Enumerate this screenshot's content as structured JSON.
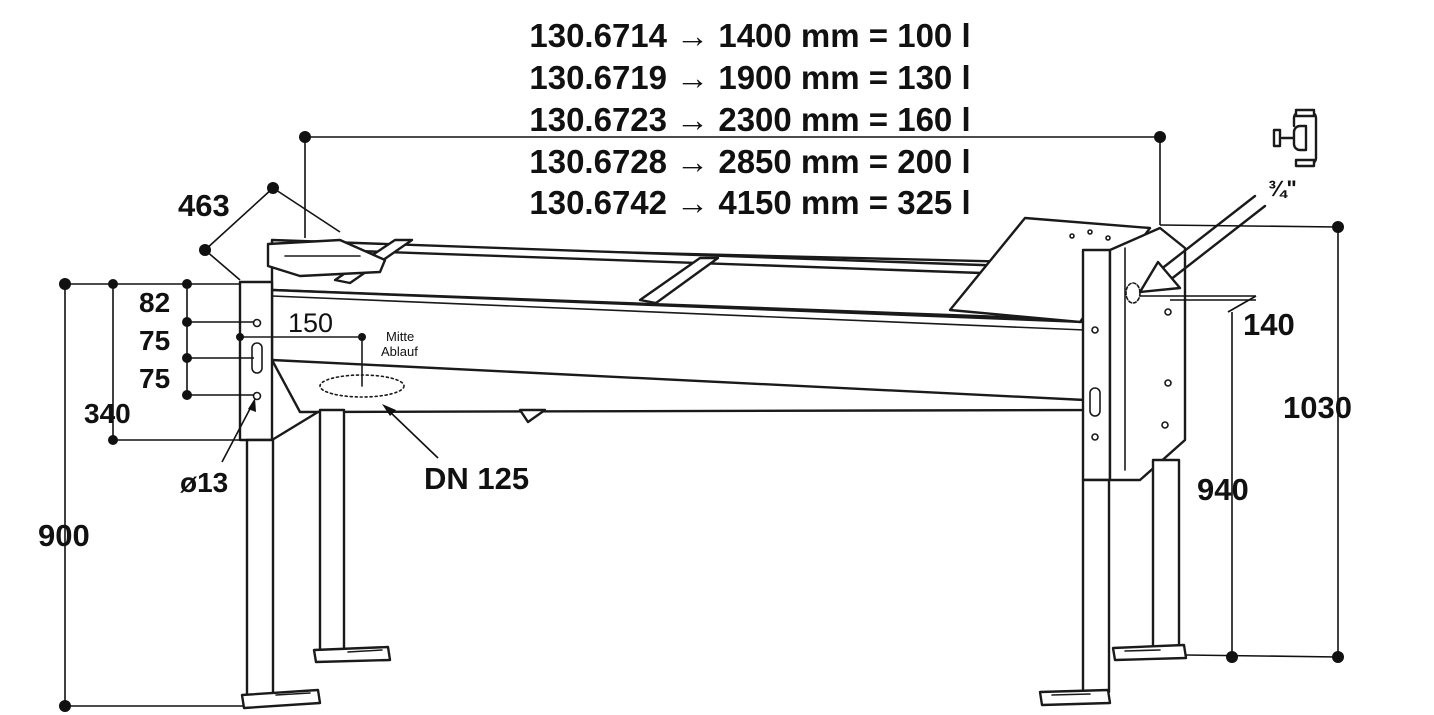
{
  "variants": [
    {
      "article": "130.6714",
      "arrow": "→",
      "length": "1400 mm",
      "volume": "100 l"
    },
    {
      "article": "130.6719",
      "arrow": "→",
      "length": "1900 mm",
      "volume": "130 l"
    },
    {
      "article": "130.6723",
      "arrow": "→",
      "length": "2300 mm",
      "volume": "160 l"
    },
    {
      "article": "130.6728",
      "arrow": "→",
      "length": "2850 mm",
      "volume": "200 l"
    },
    {
      "article": "130.6742",
      "arrow": "→",
      "length": "4150 mm",
      "volume": "325 l"
    }
  ],
  "dimensions": {
    "depth": "463",
    "top_to_hole1": "82",
    "hole_spacing_1": "75",
    "hole_spacing_2": "75",
    "hole_zone": "340",
    "hole_diameter": "ø13",
    "drain_offset": "150",
    "drain_label_line1": "Mitte",
    "drain_label_line2": "Ablauf",
    "drain_size": "DN 125",
    "leg_height": "900",
    "supply_offset": "140",
    "supply_height": "940",
    "total_height": "1030",
    "supply_thread": "¾\""
  }
}
